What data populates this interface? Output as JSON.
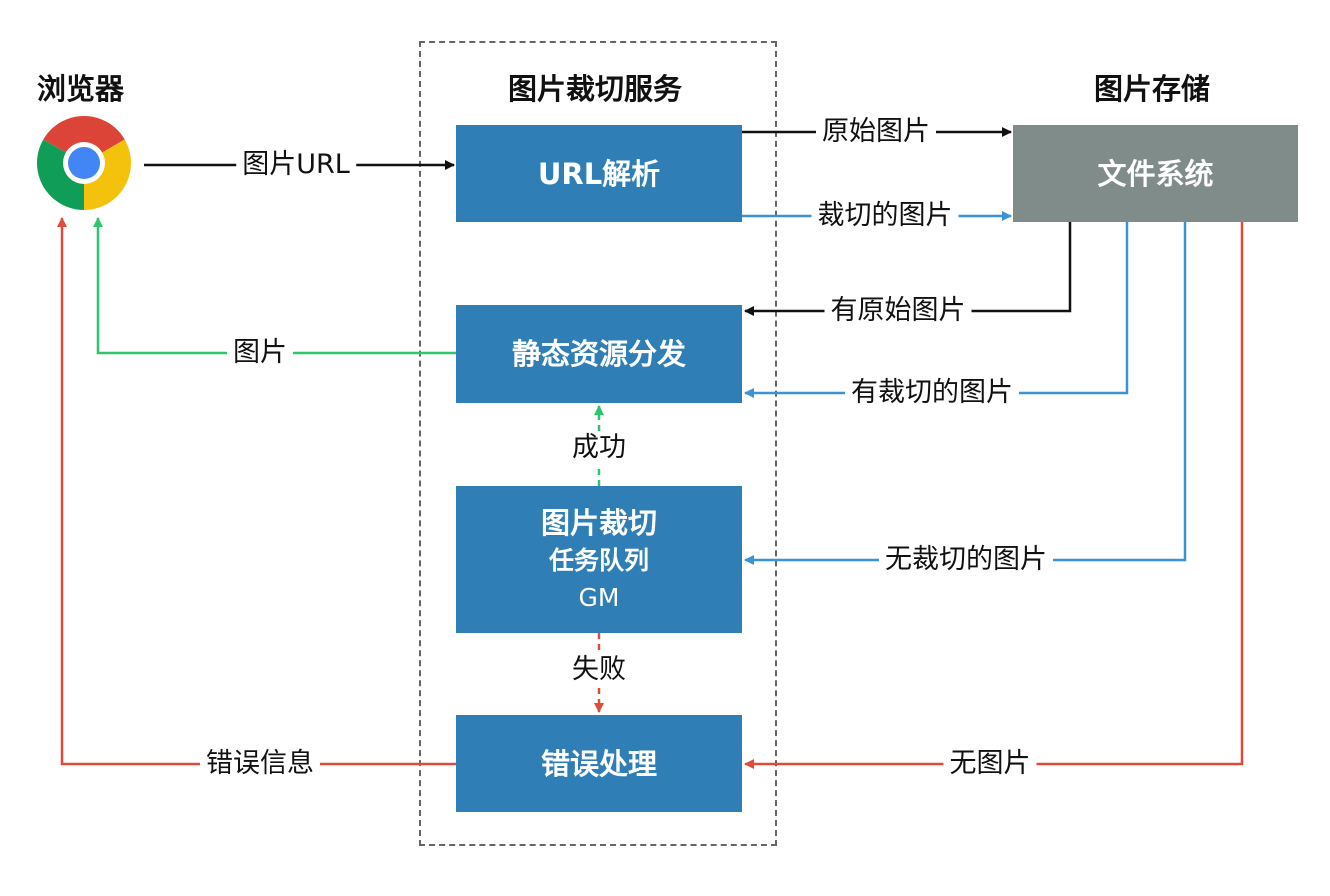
{
  "headings": {
    "browser": "浏览器",
    "service": "图片裁切服务",
    "storage": "图片存储"
  },
  "boxes": {
    "url_parse": "URL解析",
    "static_dist": "静态资源分发",
    "crop_queue": {
      "line1": "图片裁切",
      "line2": "任务队列",
      "line3": "GM"
    },
    "error_handle": "错误处理",
    "file_system": "文件系统"
  },
  "edges": {
    "image_url": "图片URL",
    "original_image": "原始图片",
    "cropped_image": "裁切的图片",
    "has_original": "有原始图片",
    "has_cropped": "有裁切的图片",
    "image": "图片",
    "success": "成功",
    "no_cropped": "无裁切的图片",
    "failure": "失败",
    "error_info": "错误信息",
    "no_image": "无图片"
  },
  "colors": {
    "box_blue": "#2f7fb6",
    "box_gray": "#7f8c8a",
    "line_black": "#111111",
    "line_blue": "#3b93d4",
    "line_green": "#2ec56c",
    "line_red": "#e04b3a"
  },
  "icons": {
    "browser": "chrome-icon"
  }
}
